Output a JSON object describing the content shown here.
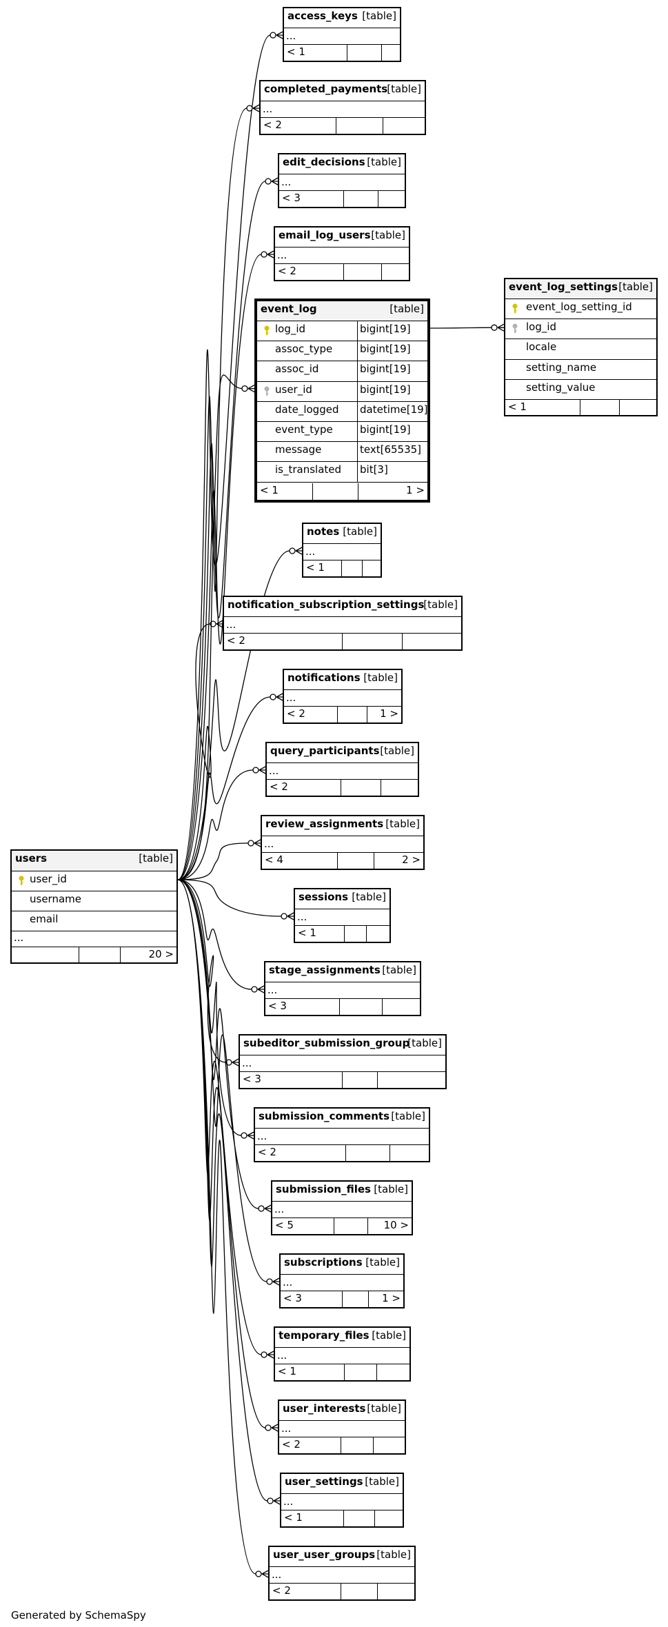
{
  "footer": "Generated by SchemaSpy",
  "type_tag": "[table]",
  "colors": {
    "key_primary": "#d4c400",
    "key_foreign": "#b3b3b3",
    "header_bg": "#f3f3f3",
    "line": "#000000"
  },
  "users": {
    "name": "users",
    "type": "[table]",
    "columns": [
      {
        "name": "user_id",
        "key": "primary"
      },
      {
        "name": "username",
        "key": ""
      },
      {
        "name": "email",
        "key": ""
      }
    ],
    "more": "...",
    "footer_left": "",
    "footer_right": "20 >"
  },
  "event_log": {
    "name": "event_log",
    "type": "[table]",
    "columns": [
      {
        "name": "log_id",
        "dtype": "bigint[19]",
        "key": "primary"
      },
      {
        "name": "assoc_type",
        "dtype": "bigint[19]",
        "key": ""
      },
      {
        "name": "assoc_id",
        "dtype": "bigint[19]",
        "key": ""
      },
      {
        "name": "user_id",
        "dtype": "bigint[19]",
        "key": "foreign"
      },
      {
        "name": "date_logged",
        "dtype": "datetime[19]",
        "key": ""
      },
      {
        "name": "event_type",
        "dtype": "bigint[19]",
        "key": ""
      },
      {
        "name": "message",
        "dtype": "text[65535]",
        "key": ""
      },
      {
        "name": "is_translated",
        "dtype": "bit[3]",
        "key": ""
      }
    ],
    "footer_left": "< 1",
    "footer_right": "1 >"
  },
  "event_log_settings": {
    "name": "event_log_settings",
    "type": "[table]",
    "columns": [
      {
        "name": "event_log_setting_id",
        "key": "primary"
      },
      {
        "name": "log_id",
        "key": "foreign"
      },
      {
        "name": "locale",
        "key": ""
      },
      {
        "name": "setting_name",
        "key": ""
      },
      {
        "name": "setting_value",
        "key": ""
      }
    ],
    "footer_left": "< 1",
    "footer_right": ""
  },
  "children": [
    {
      "name": "access_keys",
      "more": "...",
      "left": "< 1",
      "right": ""
    },
    {
      "name": "completed_payments",
      "more": "...",
      "left": "< 2",
      "right": ""
    },
    {
      "name": "edit_decisions",
      "more": "...",
      "left": "< 3",
      "right": ""
    },
    {
      "name": "email_log_users",
      "more": "...",
      "left": "< 2",
      "right": ""
    },
    {
      "name": "notes",
      "more": "...",
      "left": "< 1",
      "right": ""
    },
    {
      "name": "notification_subscription_settings",
      "more": "...",
      "left": "< 2",
      "right": ""
    },
    {
      "name": "notifications",
      "more": "...",
      "left": "< 2",
      "right": "1 >"
    },
    {
      "name": "query_participants",
      "more": "...",
      "left": "< 2",
      "right": ""
    },
    {
      "name": "review_assignments",
      "more": "...",
      "left": "< 4",
      "right": "2 >"
    },
    {
      "name": "sessions",
      "more": "...",
      "left": "< 1",
      "right": ""
    },
    {
      "name": "stage_assignments",
      "more": "...",
      "left": "< 3",
      "right": ""
    },
    {
      "name": "subeditor_submission_group",
      "more": "...",
      "left": "< 3",
      "right": ""
    },
    {
      "name": "submission_comments",
      "more": "...",
      "left": "< 2",
      "right": ""
    },
    {
      "name": "submission_files",
      "more": "...",
      "left": "< 5",
      "right": "10 >"
    },
    {
      "name": "subscriptions",
      "more": "...",
      "left": "< 3",
      "right": "1 >"
    },
    {
      "name": "temporary_files",
      "more": "...",
      "left": "< 1",
      "right": ""
    },
    {
      "name": "user_interests",
      "more": "...",
      "left": "< 2",
      "right": ""
    },
    {
      "name": "user_settings",
      "more": "...",
      "left": "< 1",
      "right": ""
    },
    {
      "name": "user_user_groups",
      "more": "...",
      "left": "< 2",
      "right": ""
    }
  ]
}
